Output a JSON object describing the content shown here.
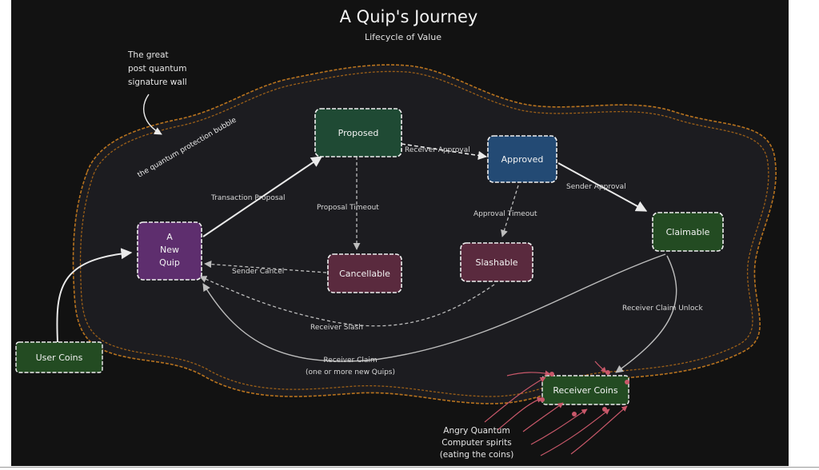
{
  "title": "A Quip's Journey",
  "subtitle": "Lifecycle of Value",
  "annotations": {
    "wall_line1": "The great",
    "wall_line2": "post quantum",
    "wall_line3": "signature wall",
    "bubble_label": "the quantum protection bubble",
    "spirits_line1": "Angry Quantum",
    "spirits_line2": "Computer spirits",
    "spirits_line3": "(eating the coins)"
  },
  "nodes": {
    "proposed": "Proposed",
    "approved": "Approved",
    "claimable": "Claimable",
    "new_quip_line1": "A",
    "new_quip_line2": "New",
    "new_quip_line3": "Quip",
    "cancellable": "Cancellable",
    "slashable": "Slashable",
    "user_coins": "User Coins",
    "receiver_coins": "Receiver Coins"
  },
  "edges": {
    "transaction_proposal": "Transaction Proposal",
    "receiver_approval": "Receiver Approval",
    "sender_approval": "Sender Approval",
    "proposal_timeout": "Proposal Timeout",
    "approval_timeout": "Approval Timeout",
    "sender_cancel": "Sender Cancel",
    "receiver_slash": "Receiver Slash",
    "receiver_claim_unlock": "Receiver Claim Unlock",
    "receiver_claim_line1": "Receiver Claim",
    "receiver_claim_line2": "(one or more new Quips)"
  },
  "colors": {
    "background": "#121212",
    "bubble_fill": "#1c1c20",
    "wall": "#b8731e",
    "proposed": "#1f4a34",
    "approved": "#234a74",
    "claimable": "#234b22",
    "new_quip": "#5e2e6e",
    "cancellable": "#5a2a3e",
    "slashable": "#5a2a3e",
    "user_coins": "#234b22",
    "receiver_coins": "#234b22",
    "spirits": "#c9586a"
  }
}
